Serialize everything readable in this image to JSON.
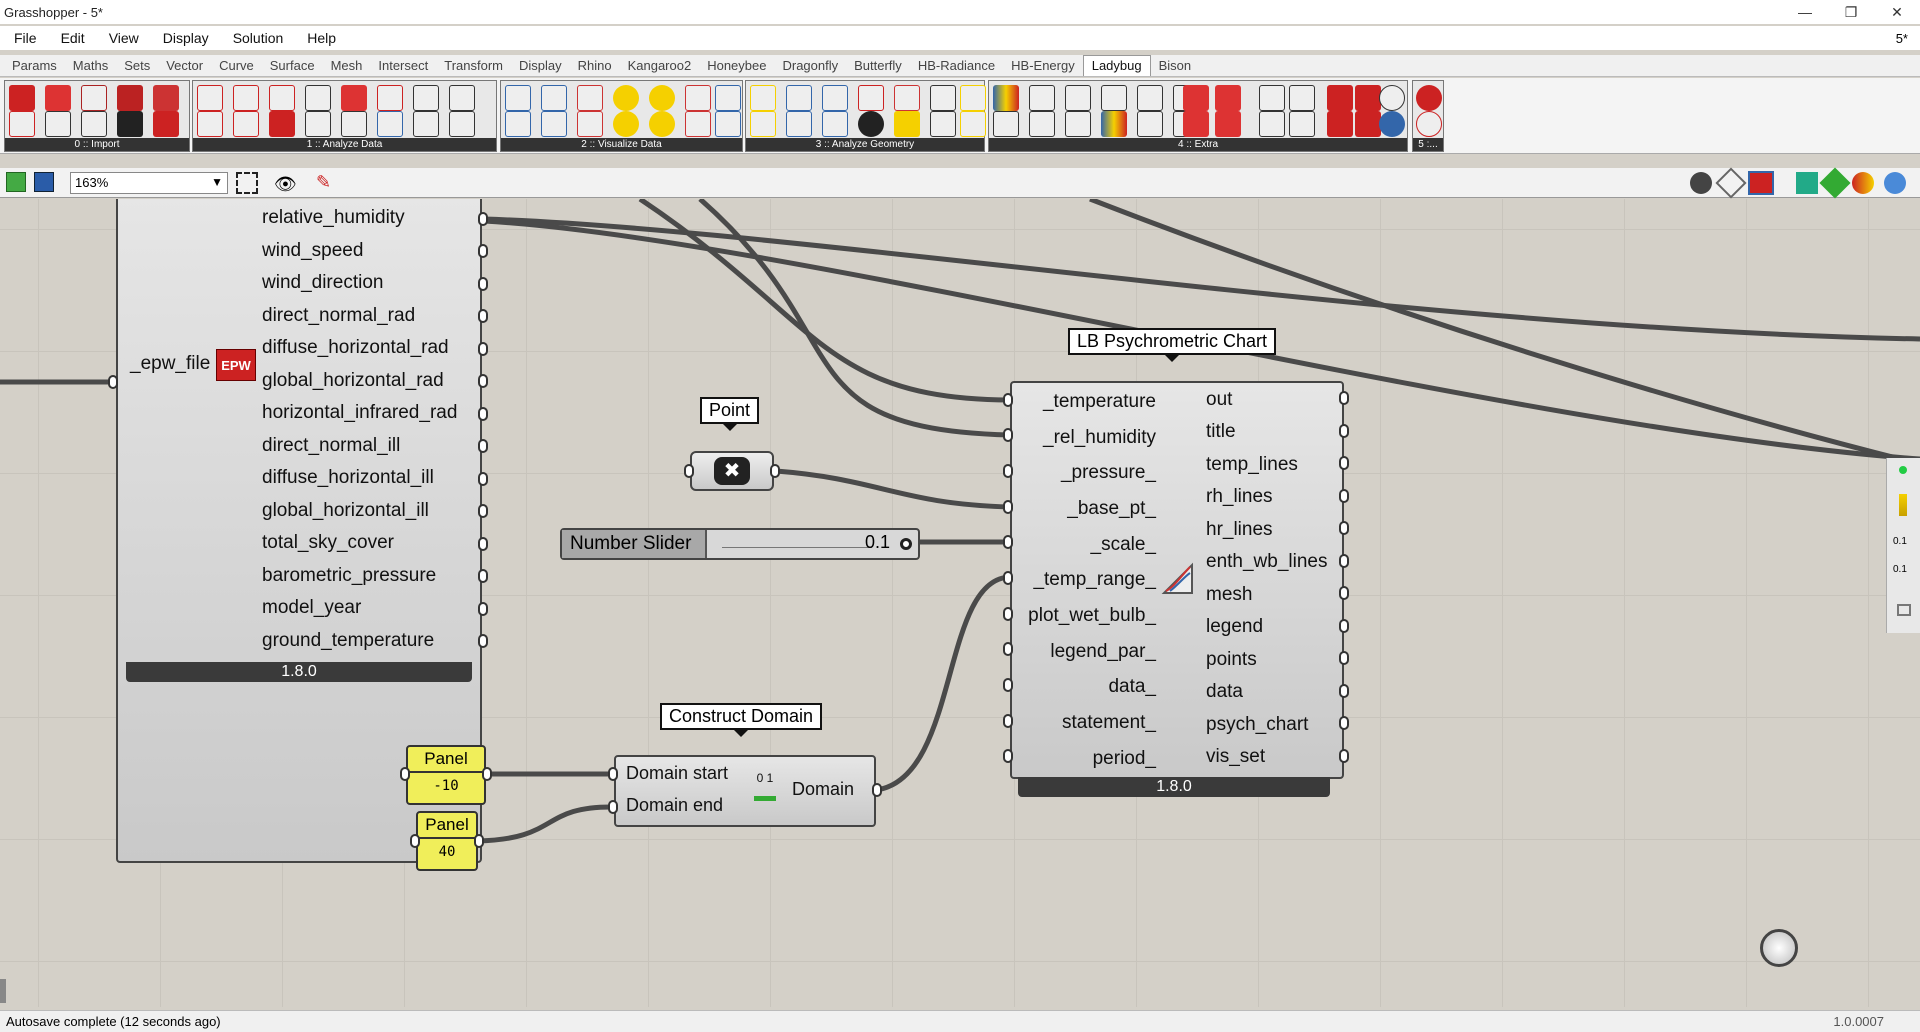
{
  "window": {
    "title": "Grasshopper - 5*",
    "doc_label": "5*"
  },
  "menu": [
    "File",
    "Edit",
    "View",
    "Display",
    "Solution",
    "Help"
  ],
  "tabs": [
    "Params",
    "Maths",
    "Sets",
    "Vector",
    "Curve",
    "Surface",
    "Mesh",
    "Intersect",
    "Transform",
    "Display",
    "Rhino",
    "Kangaroo2",
    "Honeybee",
    "Dragonfly",
    "Butterfly",
    "HB-Radiance",
    "HB-Energy",
    "Ladybug",
    "Bison"
  ],
  "active_tab": "Ladybug",
  "ribbon_groups": [
    "0 :: Import",
    "1 :: Analyze Data",
    "2 :: Visualize Data",
    "3 :: Analyze Geometry",
    "4 :: Extra",
    "5 :..."
  ],
  "canvas_toolbar": {
    "zoom": "163%"
  },
  "epw_component": {
    "input": "_epw_file",
    "outputs": [
      "relative_humidity",
      "wind_speed",
      "wind_direction",
      "direct_normal_rad",
      "diffuse_horizontal_rad",
      "global_horizontal_rad",
      "horizontal_infrared_rad",
      "direct_normal_ill",
      "diffuse_horizontal_ill",
      "global_horizontal_ill",
      "total_sky_cover",
      "barometric_pressure",
      "model_year",
      "ground_temperature"
    ],
    "version": "1.8.0",
    "icon_text": "EPW"
  },
  "point": {
    "label": "Point"
  },
  "slider": {
    "label": "Number Slider",
    "value": "0.1"
  },
  "psych_chart": {
    "title": "LB Psychrometric Chart",
    "inputs": [
      "_temperature",
      "_rel_humidity",
      "_pressure_",
      "_base_pt_",
      "_scale_",
      "_temp_range_",
      "plot_wet_bulb_",
      "legend_par_",
      "data_",
      "statement_",
      "period_"
    ],
    "outputs": [
      "out",
      "title",
      "temp_lines",
      "rh_lines",
      "hr_lines",
      "enth_wb_lines",
      "mesh",
      "legend",
      "points",
      "data",
      "psych_chart",
      "vis_set"
    ],
    "version": "1.8.0"
  },
  "construct_domain": {
    "title": "Construct Domain",
    "inputs": [
      "Domain start",
      "Domain end"
    ],
    "output": "Domain",
    "icon_text": "0 1"
  },
  "panels": [
    {
      "label": "Panel",
      "value": "-10"
    },
    {
      "label": "Panel",
      "value": "40"
    }
  ],
  "side_readouts": [
    "0.1",
    "0.1"
  ],
  "status": {
    "message": "Autosave complete (12 seconds ago)",
    "version": "1.0.0007"
  }
}
